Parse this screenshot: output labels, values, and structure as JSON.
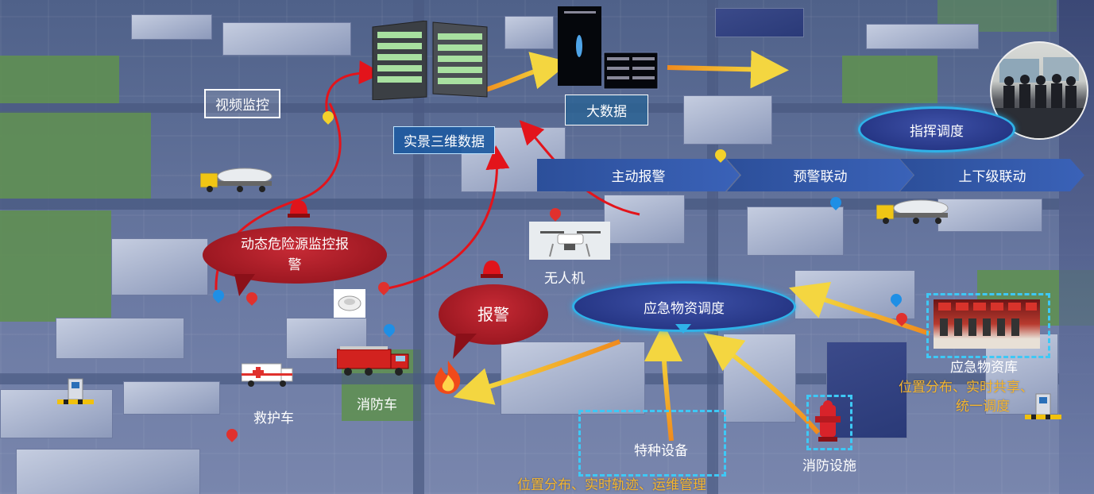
{
  "labels": {
    "video_monitoring": "视频监控",
    "realscene_3d": "实景三维数据",
    "big_data": "大数据",
    "command_dispatch": "指挥调度",
    "active_alarm": "主动报警",
    "warning_linkage": "预警联动",
    "level_linkage": "上下级联动",
    "dynamic_hazard": "动态危险源监控报警",
    "drone": "无人机",
    "alarm": "报警",
    "emergency_dispatch": "应急物资调度",
    "ambulance": "救护车",
    "fire_truck": "消防车",
    "special_equipment": "特种设备",
    "special_equipment_desc": "位置分布、实时轨迹、运维管理",
    "fire_facility": "消防设施",
    "emergency_store": "应急物资库",
    "emergency_store_desc_1": "位置分布、实时共享、",
    "emergency_store_desc_2": "统一调度"
  },
  "colors": {
    "accent_blue": "#2fb2e8",
    "alarm_red": "#c62a35",
    "arrow_yellow": "#f4c431",
    "arrow_orange": "#f08a1d",
    "band_blue": "#3a62b8",
    "text_yellow": "#f4b530"
  },
  "icons": [
    "server-cabinet-icon",
    "big-data-screen-icon",
    "oil-tanker-truck-icon",
    "drone-icon",
    "smoke-detector-icon",
    "fire-flame-icon",
    "alarm-light-icon",
    "ambulance-icon",
    "fire-truck-icon",
    "fire-hydrant-icon",
    "emergency-supply-shelf-icon",
    "command-center-photo-icon",
    "location-pin-icon",
    "gate-barrier-icon"
  ]
}
